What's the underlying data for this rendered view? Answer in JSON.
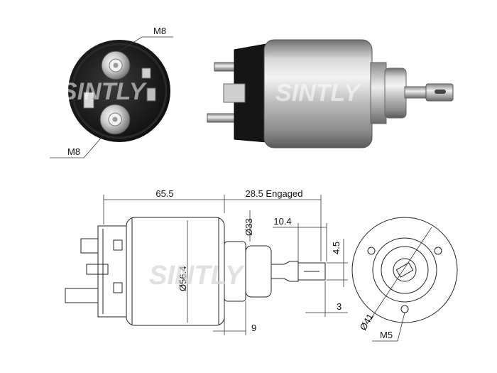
{
  "watermark": "SINTLY",
  "photo_labels": {
    "top_terminal": "M8",
    "bottom_terminal": "M8"
  },
  "dimensions": {
    "body_length": "65.5",
    "engaged_travel": "28.5 Engaged",
    "plunger_length": "10.4",
    "nose_diameter": "Ø33",
    "body_diameter": "Ø56.4",
    "slot_width": "4.5",
    "slot_offset": "3",
    "flange_offset": "9",
    "bolt_circle": "Ø41",
    "mount_thread": "M5"
  }
}
